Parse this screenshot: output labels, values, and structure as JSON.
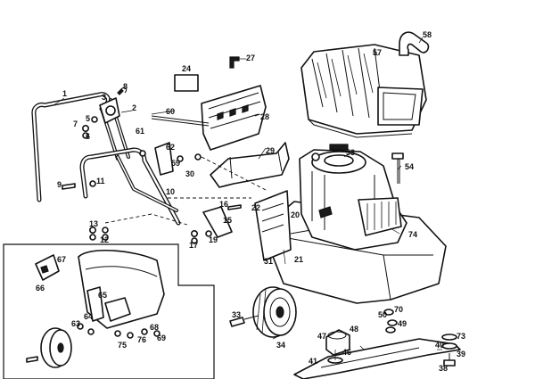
{
  "callouts": [
    "1",
    "2",
    "3",
    "5",
    "6",
    "7",
    "8",
    "9",
    "10",
    "11",
    "12",
    "13",
    "15",
    "16",
    "17",
    "19",
    "20",
    "21",
    "22",
    "24",
    "27",
    "28",
    "29",
    "30",
    "31",
    "33",
    "34",
    "38",
    "39",
    "40",
    "41",
    "46",
    "47",
    "48",
    "49",
    "50",
    "53",
    "54",
    "57",
    "58",
    "59",
    "60",
    "61",
    "62",
    "63",
    "64",
    "65",
    "66",
    "67",
    "68",
    "69",
    "70",
    "73",
    "74",
    "75",
    "76"
  ],
  "colors": {
    "ink": "#111111",
    "paper": "#ffffff"
  }
}
